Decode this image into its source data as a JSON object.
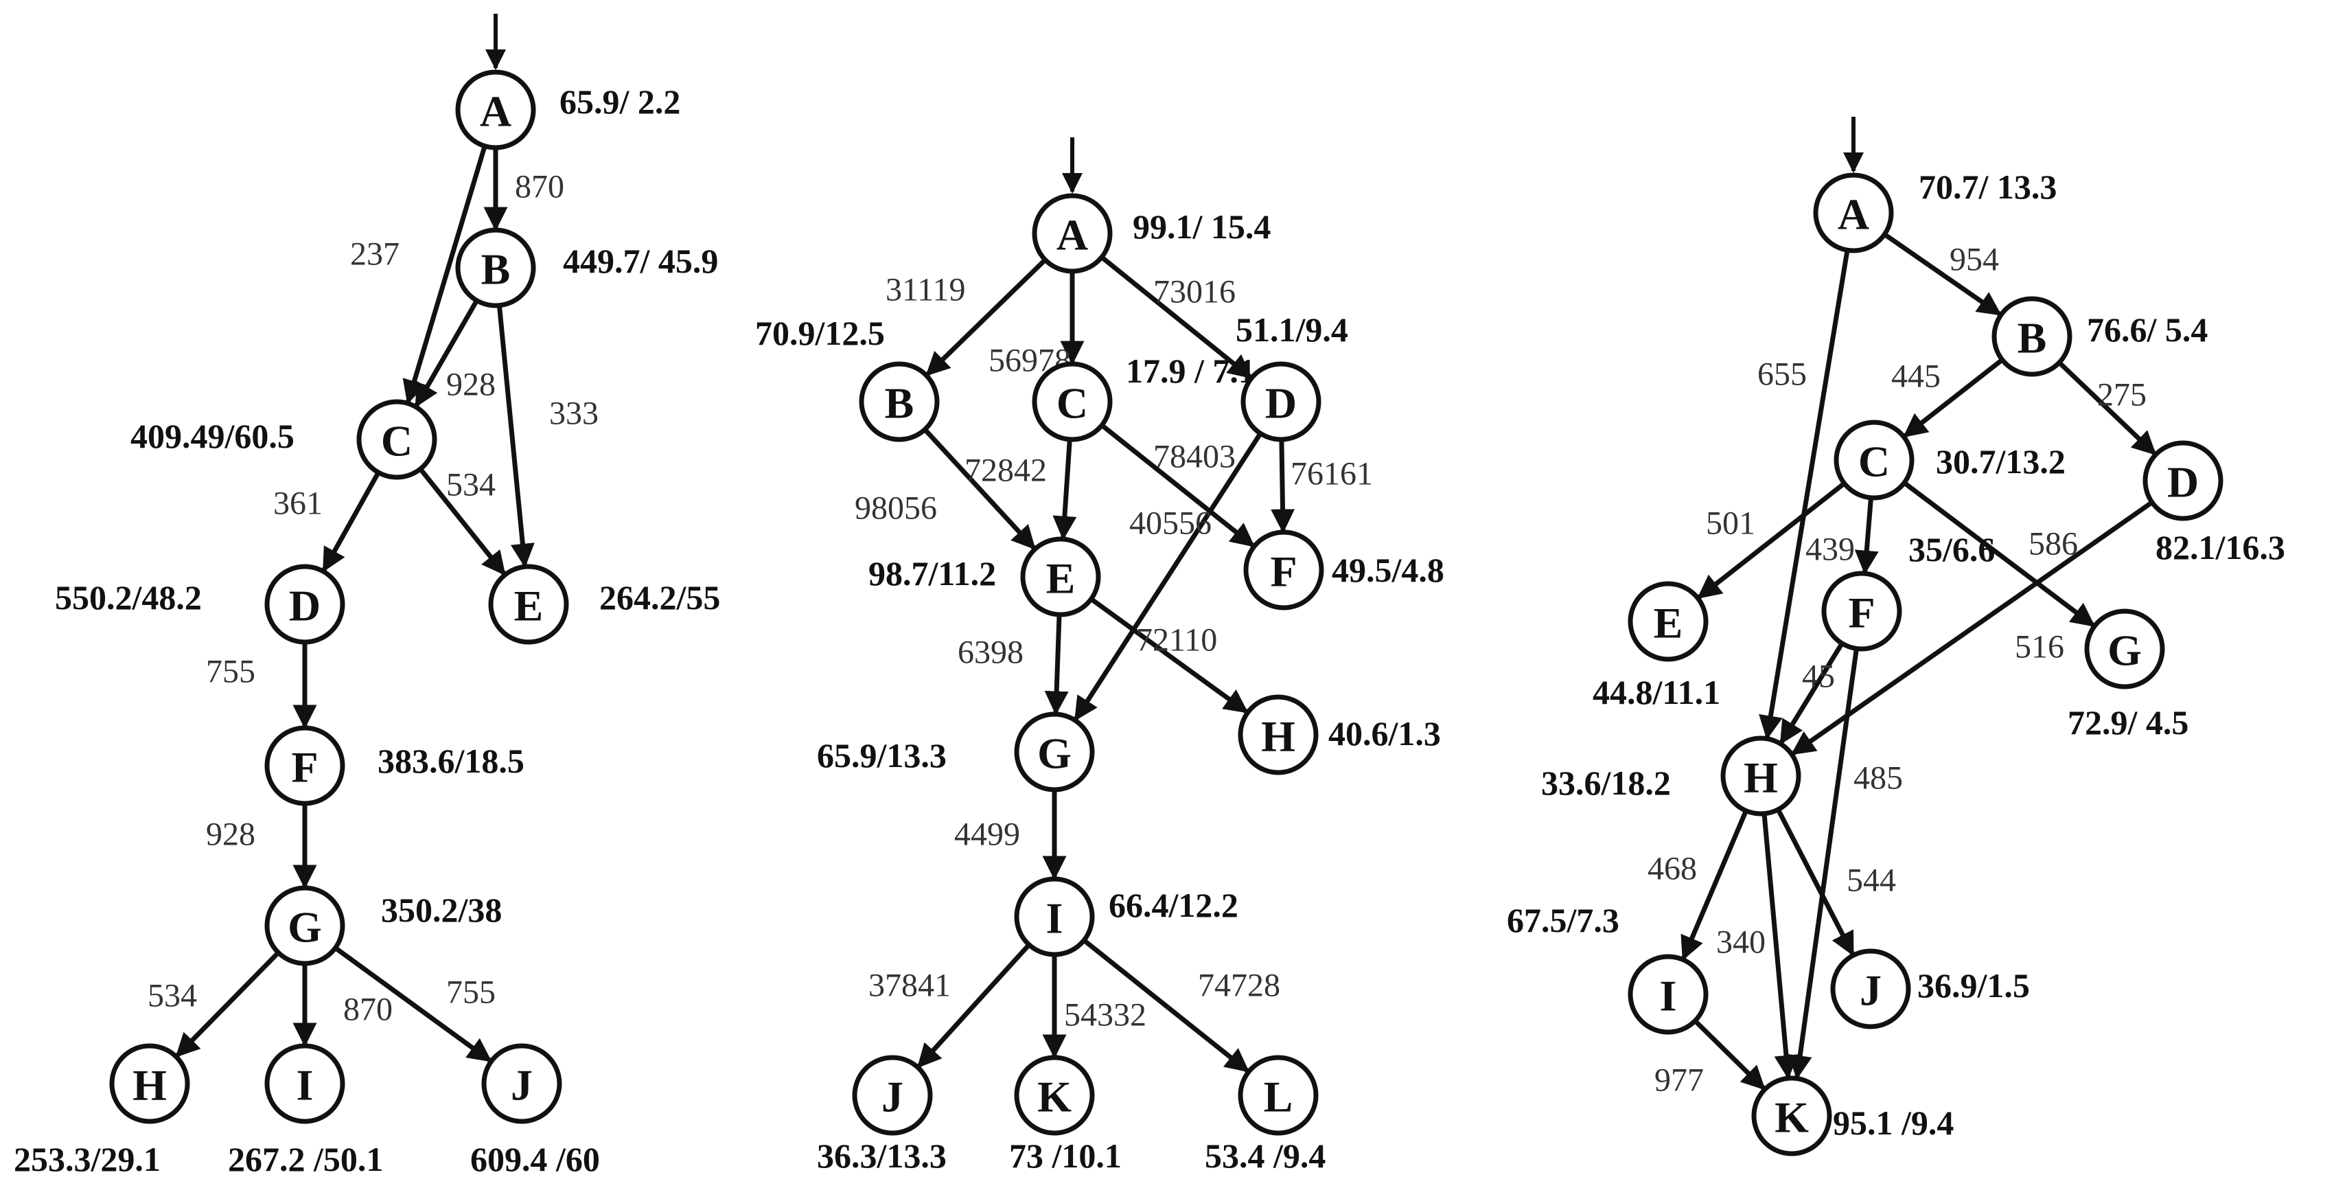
{
  "graphs": [
    {
      "id": "g1",
      "nodes": [
        {
          "id": "A",
          "label": "A",
          "metric": "65.9/ 2.2"
        },
        {
          "id": "B",
          "label": "B",
          "metric": "449.7/ 45.9"
        },
        {
          "id": "C",
          "label": "C",
          "metric": "409.49/60.5"
        },
        {
          "id": "D",
          "label": "D",
          "metric": "550.2/48.2"
        },
        {
          "id": "E",
          "label": "E",
          "metric": "264.2/55"
        },
        {
          "id": "F",
          "label": "F",
          "metric": "383.6/18.5"
        },
        {
          "id": "G",
          "label": "G",
          "metric": "350.2/38"
        },
        {
          "id": "H",
          "label": "H",
          "metric": "253.3/29.1"
        },
        {
          "id": "I",
          "label": "I",
          "metric": "267.2 /50.1"
        },
        {
          "id": "J",
          "label": "J",
          "metric": "609.4 /60"
        }
      ],
      "edges": [
        {
          "from": "A",
          "to": "B",
          "weight": "870"
        },
        {
          "from": "A",
          "to": "C",
          "weight": "237"
        },
        {
          "from": "B",
          "to": "C",
          "weight": "928"
        },
        {
          "from": "B",
          "to": "E",
          "weight": "333"
        },
        {
          "from": "C",
          "to": "D",
          "weight": "361"
        },
        {
          "from": "C",
          "to": "E",
          "weight": "534"
        },
        {
          "from": "D",
          "to": "F",
          "weight": "755"
        },
        {
          "from": "F",
          "to": "G",
          "weight": "928"
        },
        {
          "from": "G",
          "to": "H",
          "weight": "534"
        },
        {
          "from": "G",
          "to": "I",
          "weight": "870"
        },
        {
          "from": "G",
          "to": "J",
          "weight": "755"
        }
      ]
    },
    {
      "id": "g2",
      "nodes": [
        {
          "id": "A",
          "label": "A",
          "metric": "99.1/ 15.4"
        },
        {
          "id": "B",
          "label": "B",
          "metric": "70.9/12.5"
        },
        {
          "id": "C",
          "label": "C",
          "metric": "17.9 / 7.1"
        },
        {
          "id": "D",
          "label": "D",
          "metric": "51.1/9.4"
        },
        {
          "id": "E",
          "label": "E",
          "metric": "98.7/11.2"
        },
        {
          "id": "F",
          "label": "F",
          "metric": "49.5/4.8"
        },
        {
          "id": "G",
          "label": "G",
          "metric": "65.9/13.3"
        },
        {
          "id": "H",
          "label": "H",
          "metric": "40.6/1.3"
        },
        {
          "id": "I",
          "label": "I",
          "metric": "66.4/12.2"
        },
        {
          "id": "J",
          "label": "J",
          "metric": "36.3/13.3"
        },
        {
          "id": "K",
          "label": "K",
          "metric": "73 /10.1"
        },
        {
          "id": "L",
          "label": "L",
          "metric": "53.4 /9.4"
        }
      ],
      "edges": [
        {
          "from": "A",
          "to": "B",
          "weight": "31119"
        },
        {
          "from": "A",
          "to": "C",
          "weight": "56978"
        },
        {
          "from": "A",
          "to": "D",
          "weight": "73016"
        },
        {
          "from": "B",
          "to": "E",
          "weight": "98056"
        },
        {
          "from": "C",
          "to": "E",
          "weight": "72842"
        },
        {
          "from": "C",
          "to": "F",
          "weight": "78403"
        },
        {
          "from": "D",
          "to": "F",
          "weight": "76161"
        },
        {
          "from": "D",
          "to": "G",
          "weight": "40556"
        },
        {
          "from": "E",
          "to": "G",
          "weight": "6398"
        },
        {
          "from": "E",
          "to": "H",
          "weight": "72110"
        },
        {
          "from": "G",
          "to": "I",
          "weight": "4499"
        },
        {
          "from": "I",
          "to": "J",
          "weight": "37841"
        },
        {
          "from": "I",
          "to": "K",
          "weight": "54332"
        },
        {
          "from": "I",
          "to": "L",
          "weight": "74728"
        }
      ]
    },
    {
      "id": "g3",
      "nodes": [
        {
          "id": "A",
          "label": "A",
          "metric": "70.7/ 13.3"
        },
        {
          "id": "B",
          "label": "B",
          "metric": "76.6/ 5.4"
        },
        {
          "id": "C",
          "label": "C",
          "metric": "30.7/13.2"
        },
        {
          "id": "D",
          "label": "D",
          "metric": "82.1/16.3"
        },
        {
          "id": "E",
          "label": "E",
          "metric": "44.8/11.1"
        },
        {
          "id": "F",
          "label": "F",
          "metric": "35/6.6"
        },
        {
          "id": "G",
          "label": "G",
          "metric": "72.9/ 4.5"
        },
        {
          "id": "H",
          "label": "H",
          "metric": "33.6/18.2"
        },
        {
          "id": "I",
          "label": "I",
          "metric": "67.5/7.3"
        },
        {
          "id": "J",
          "label": "J",
          "metric": "36.9/1.5"
        },
        {
          "id": "K",
          "label": "K",
          "metric": "95.1 /9.4"
        }
      ],
      "edges": [
        {
          "from": "A",
          "to": "B",
          "weight": "954"
        },
        {
          "from": "A",
          "to": "H",
          "weight": "655"
        },
        {
          "from": "B",
          "to": "C",
          "weight": "445"
        },
        {
          "from": "B",
          "to": "D",
          "weight": "275"
        },
        {
          "from": "C",
          "to": "E",
          "weight": "501"
        },
        {
          "from": "C",
          "to": "F",
          "weight": "439"
        },
        {
          "from": "C",
          "to": "G",
          "weight": "586"
        },
        {
          "from": "D",
          "to": "H",
          "weight": "516"
        },
        {
          "from": "F",
          "to": "H",
          "weight": "45"
        },
        {
          "from": "F",
          "to": "K",
          "weight": "485"
        },
        {
          "from": "H",
          "to": "I",
          "weight": "468"
        },
        {
          "from": "H",
          "to": "J",
          "weight": "544"
        },
        {
          "from": "H",
          "to": "K",
          "weight": "340"
        },
        {
          "from": "I",
          "to": "K",
          "weight": "977"
        }
      ]
    }
  ]
}
